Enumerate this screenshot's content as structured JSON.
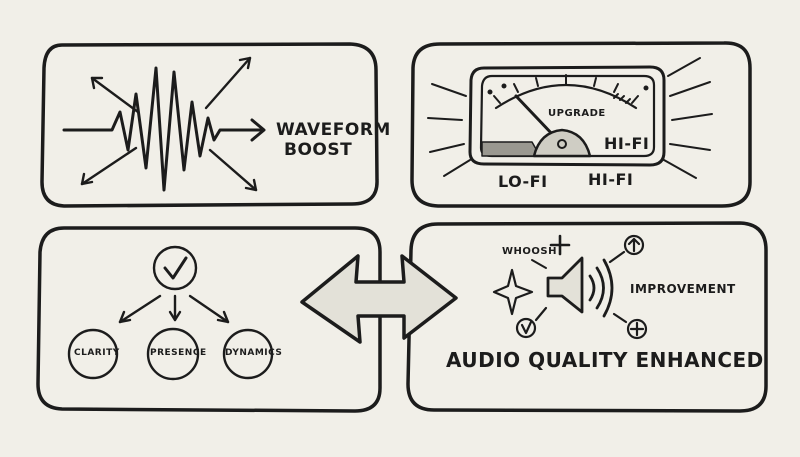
{
  "colors": {
    "ink": "#1c1c1c",
    "paper": "#f1efe8",
    "fill": "#e3e1d8"
  },
  "panels": {
    "waveform": {
      "title_line1": "WAVEFORM",
      "title_line2": "BOOST",
      "icon": "waveform-burst-icon"
    },
    "meter": {
      "upgrade": "UPGRADE",
      "hifi_face": "HI-FI",
      "lofi": "LO-FI",
      "hifi": "HI-FI",
      "icon": "vu-meter-icon"
    },
    "checklist": {
      "icon": "check-circle-icon",
      "items": [
        "CLARITY",
        "PRESENCE",
        "DYNAMICS"
      ]
    },
    "result": {
      "whoosh": "WHOOSH",
      "improvement": "IMPROVEMENT",
      "headline": "AUDIO QUALITY ENHANCED",
      "icon": "speaker-icon"
    }
  },
  "connector": {
    "icon": "double-arrow-icon"
  }
}
